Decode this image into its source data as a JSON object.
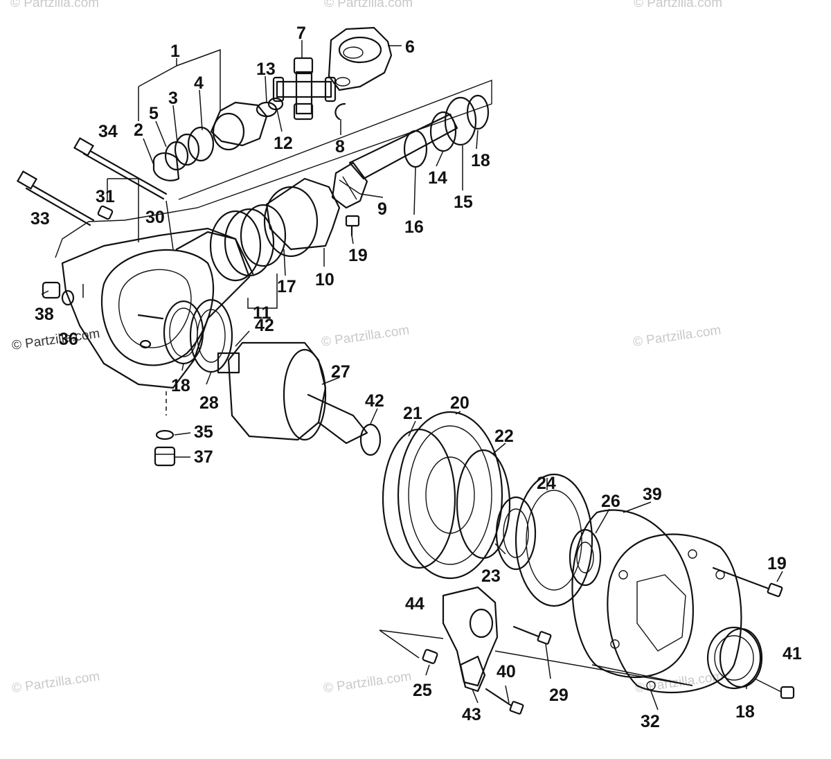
{
  "watermark": "© Partzilla.com",
  "callouts": [
    {
      "id": "1"
    },
    {
      "id": "2"
    },
    {
      "id": "3"
    },
    {
      "id": "4"
    },
    {
      "id": "5"
    },
    {
      "id": "6"
    },
    {
      "id": "7"
    },
    {
      "id": "8"
    },
    {
      "id": "9"
    },
    {
      "id": "10"
    },
    {
      "id": "11"
    },
    {
      "id": "12"
    },
    {
      "id": "13"
    },
    {
      "id": "14"
    },
    {
      "id": "15"
    },
    {
      "id": "16"
    },
    {
      "id": "17"
    },
    {
      "id": "18"
    },
    {
      "id": "18"
    },
    {
      "id": "18"
    },
    {
      "id": "19"
    },
    {
      "id": "19"
    },
    {
      "id": "20"
    },
    {
      "id": "21"
    },
    {
      "id": "22"
    },
    {
      "id": "23"
    },
    {
      "id": "24"
    },
    {
      "id": "25"
    },
    {
      "id": "26"
    },
    {
      "id": "27"
    },
    {
      "id": "28"
    },
    {
      "id": "29"
    },
    {
      "id": "30"
    },
    {
      "id": "31"
    },
    {
      "id": "32"
    },
    {
      "id": "33"
    },
    {
      "id": "34"
    },
    {
      "id": "35"
    },
    {
      "id": "36"
    },
    {
      "id": "37"
    },
    {
      "id": "38"
    },
    {
      "id": "39"
    },
    {
      "id": "40"
    },
    {
      "id": "41"
    },
    {
      "id": "42"
    },
    {
      "id": "42"
    },
    {
      "id": "43"
    },
    {
      "id": "44"
    }
  ]
}
